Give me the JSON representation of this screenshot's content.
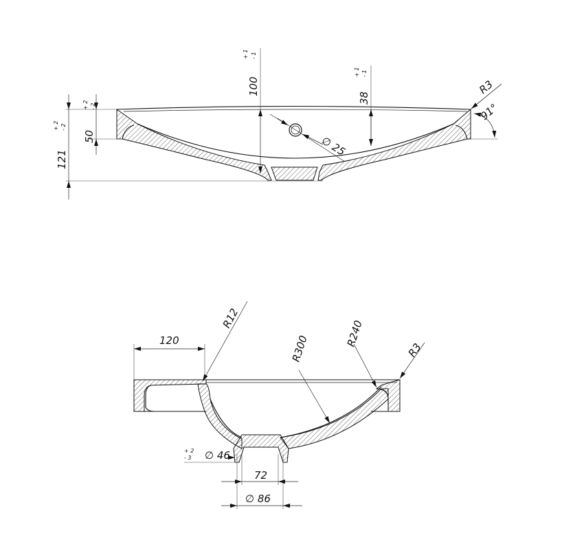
{
  "top_view": {
    "dims": {
      "height_inner": "100",
      "height_inner_tol_plus": "+ 1",
      "height_inner_tol_minus": "- 1",
      "depth_38": "38",
      "depth_38_tol_plus": "+ 1",
      "depth_38_tol_minus": "- 1",
      "rim_50": "50",
      "rim_50_tol_plus": "+ 2",
      "rim_50_tol_minus": "- 2",
      "total_121": "121",
      "total_121_tol_plus": "+ 2",
      "total_121_tol_minus": "- 2",
      "overflow_dia": "∅ 25",
      "radius_r3": "R3",
      "angle_91": "91°"
    }
  },
  "bottom_view": {
    "dims": {
      "ledge_120": "120",
      "radius_r12": "R12",
      "radius_r300": "R300",
      "radius_r240": "R240",
      "radius_r3": "R3",
      "drain_46": "∅ 46",
      "drain_46_tol_plus": "+ 2",
      "drain_46_tol_minus": "- 3",
      "drain_72": "72",
      "drain_86": "∅ 86"
    }
  }
}
